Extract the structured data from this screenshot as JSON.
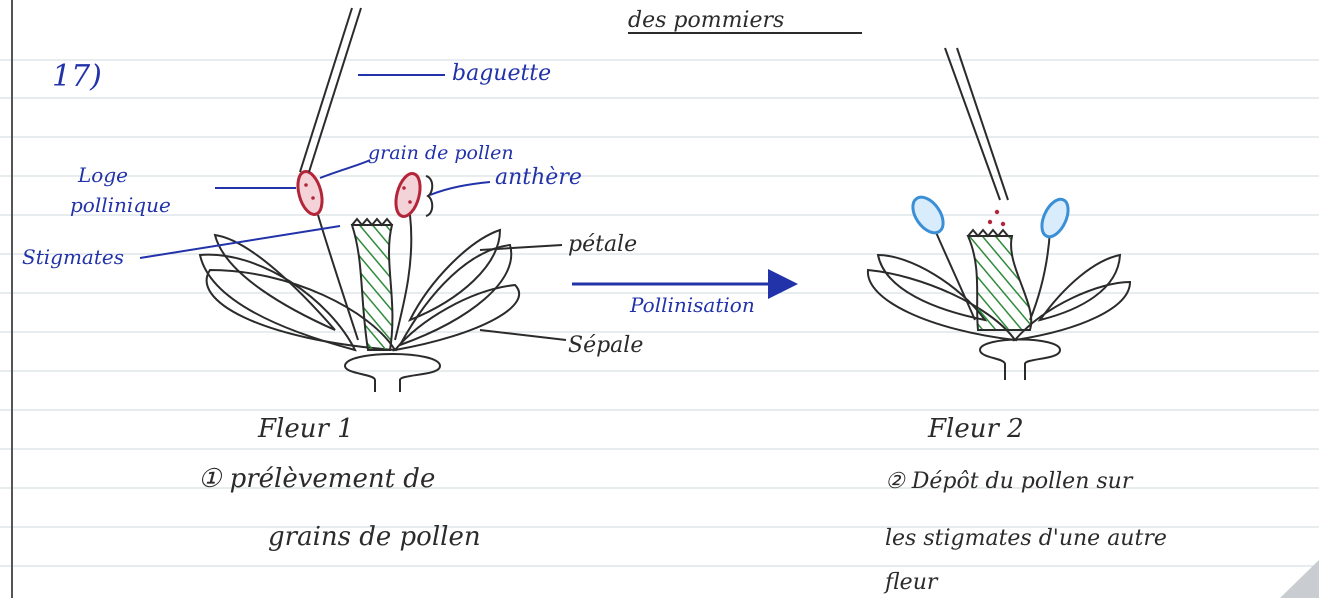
{
  "header": {
    "title": "des pommiers"
  },
  "question_number": "17)",
  "labels": {
    "baguette": "baguette",
    "loge_pollinique": [
      "Loge",
      "pollinique"
    ],
    "grain_de_pollen": "grain de pollen",
    "anthere": "anthère",
    "stigmates": "Stigmates",
    "petale": "pétale",
    "sepale": "Sépale",
    "pollinisation": "Pollinisation"
  },
  "flower1": {
    "title": "Fleur 1",
    "caption": [
      "① prélèvement de",
      "grains de pollen"
    ]
  },
  "flower2": {
    "title": "Fleur 2",
    "caption": [
      "② Dépôt du pollen sur",
      "les stigmates d'une autre",
      "fleur"
    ]
  },
  "colors": {
    "label_ink": "#2233aa",
    "pencil": "#2b2b2b",
    "pistil_hatch": "#2e8b3a",
    "pollen_red": "#b3263a",
    "anther_blue": "#3a8fd6",
    "ruled_lines": "#cfd8dc"
  }
}
